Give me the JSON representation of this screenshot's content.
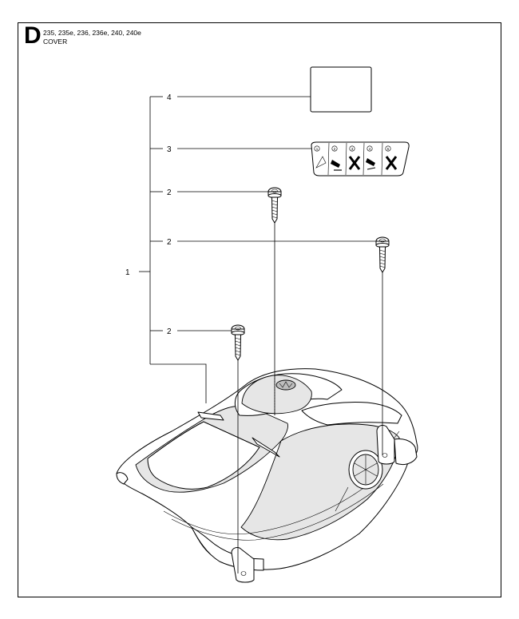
{
  "header": {
    "section_letter": "D",
    "models": "235, 235e, 236, 236e, 240, 240e",
    "title": "COVER"
  },
  "callouts": {
    "assembly": "1",
    "screw_a": "2",
    "screw_b": "2",
    "screw_c": "2",
    "decal": "3",
    "label_plate": "4"
  },
  "decal_markers": [
    "1",
    "2",
    "3",
    "4",
    "5"
  ]
}
